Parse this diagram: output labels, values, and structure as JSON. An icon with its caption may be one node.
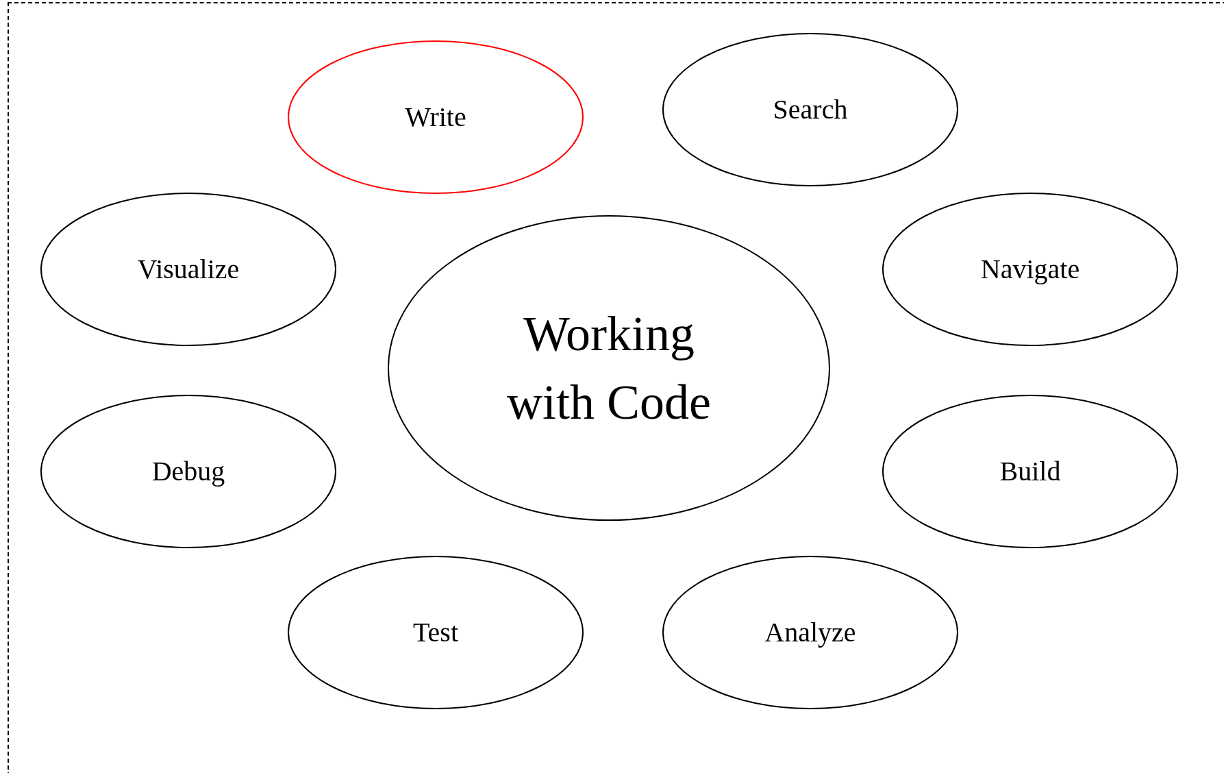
{
  "diagram": {
    "nodes": [
      {
        "text": [
          "Write"
        ]
      },
      {
        "text": [
          "Search"
        ]
      },
      {
        "text": [
          "Visualize"
        ]
      },
      {
        "text": [
          "Working with Code"
        ]
      },
      {
        "text": [
          "Navigate"
        ]
      },
      {
        "text": [
          "Debug"
        ]
      },
      {
        "text": [
          "Build"
        ]
      },
      {
        "text": [
          "Test"
        ]
      },
      {
        "text": [
          "Analyze"
        ]
      }
    ]
  }
}
